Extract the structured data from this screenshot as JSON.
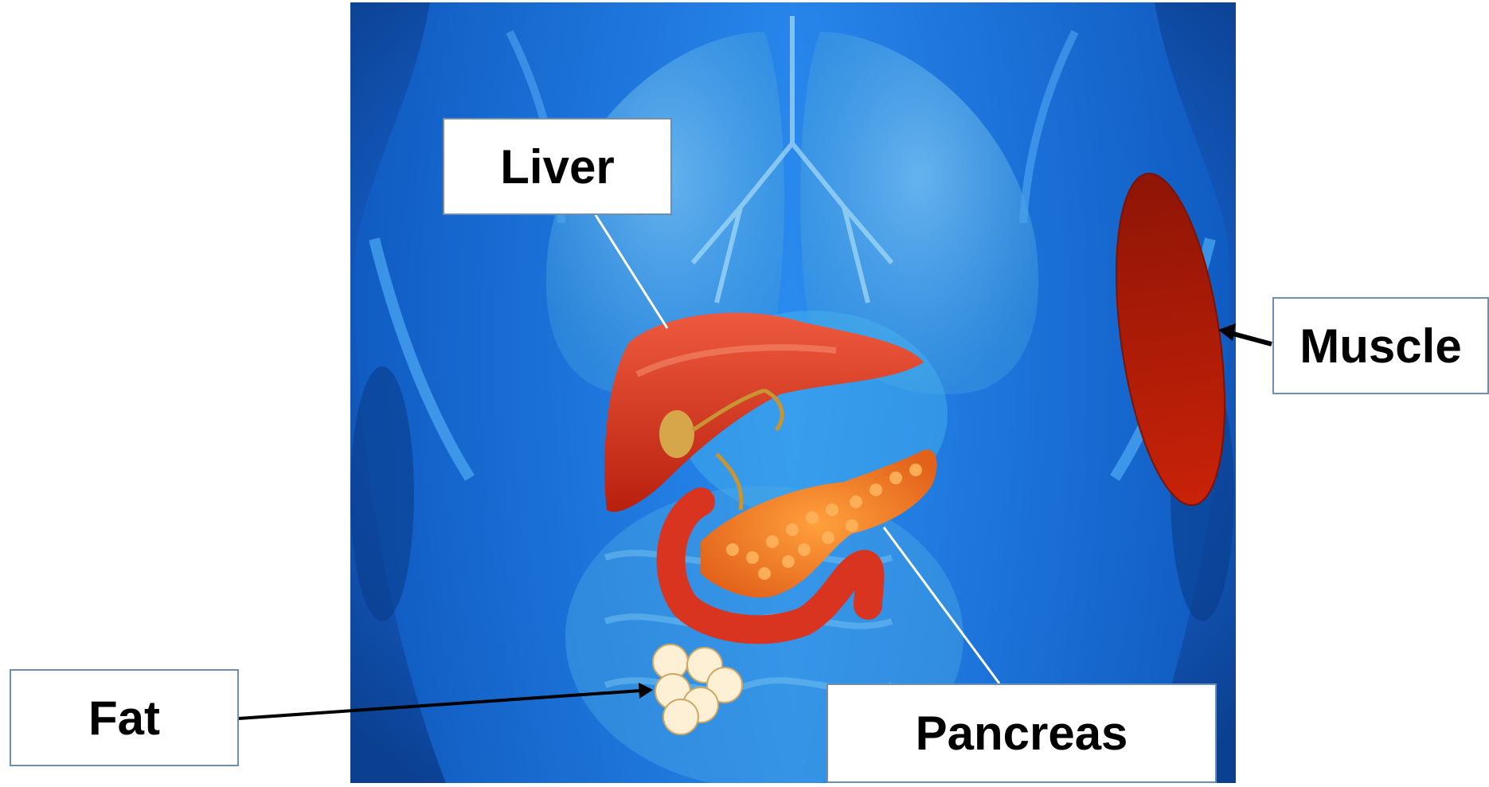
{
  "diagram": {
    "labels": {
      "liver": "Liver",
      "muscle": "Muscle",
      "fat": "Fat",
      "pancreas": "Pancreas"
    },
    "colors": {
      "background_dark": "#0b3f8f",
      "body_blue": "#1e7fe8",
      "body_glow": "#4fb4ff",
      "liver": "#d9341f",
      "pancreas": "#f07a1c",
      "muscle": "#b81a05",
      "fat": "#fdf0d4",
      "box_border": "#6f8faf"
    },
    "icons": {
      "liver": "liver-organ-icon",
      "pancreas": "pancreas-organ-icon",
      "muscle": "muscle-icon",
      "fat": "fat-cells-icon"
    }
  }
}
